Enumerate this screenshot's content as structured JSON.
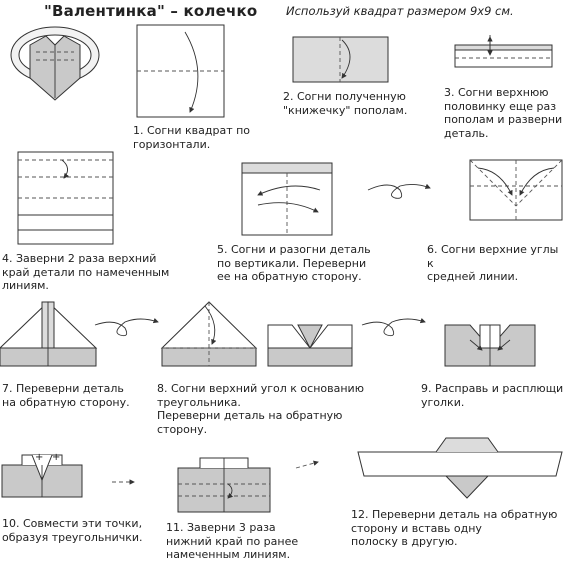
{
  "title": "\"Валентинка\" – колечко",
  "subtitle": "Используй квадрат размером 9х9 см.",
  "steps": [
    {
      "id": 1,
      "lines": [
        "1. Согни квадрат по",
        "горизонтали."
      ]
    },
    {
      "id": 2,
      "lines": [
        "2. Согни полученную",
        "\"книжечку\" пополам."
      ]
    },
    {
      "id": 3,
      "lines": [
        "3. Согни верхнюю",
        "половинку еще раз",
        "пополам и разверни",
        "деталь."
      ]
    },
    {
      "id": 4,
      "lines": [
        "4. Заверни 2 раза верхний",
        "край детали по намеченным",
        "линиям."
      ]
    },
    {
      "id": 5,
      "lines": [
        "5. Согни и разогни деталь",
        "по вертикали. Переверни",
        "ее на обратную сторону."
      ]
    },
    {
      "id": 6,
      "lines": [
        "6. Согни верхние углы к",
        "средней линии."
      ]
    },
    {
      "id": 7,
      "lines": [
        "7. Переверни деталь",
        "на обратную сторону."
      ]
    },
    {
      "id": 8,
      "lines": [
        "8. Согни верхний угол к основанию",
        "треугольника.",
        "Переверни деталь на обратную",
        "сторону."
      ]
    },
    {
      "id": 9,
      "lines": [
        "9. Расправь и расплющи",
        "уголки."
      ]
    },
    {
      "id": 10,
      "lines": [
        "10. Совмести эти точки,",
        "образуя треугольнички."
      ]
    },
    {
      "id": 11,
      "lines": [
        "11. Заверни 3 раза",
        "нижний край по ранее",
        "намеченным линиям."
      ]
    },
    {
      "id": 12,
      "lines": [
        "12. Переверни деталь на обратную",
        "сторону и вставь одну",
        "полоску в другую."
      ]
    }
  ]
}
